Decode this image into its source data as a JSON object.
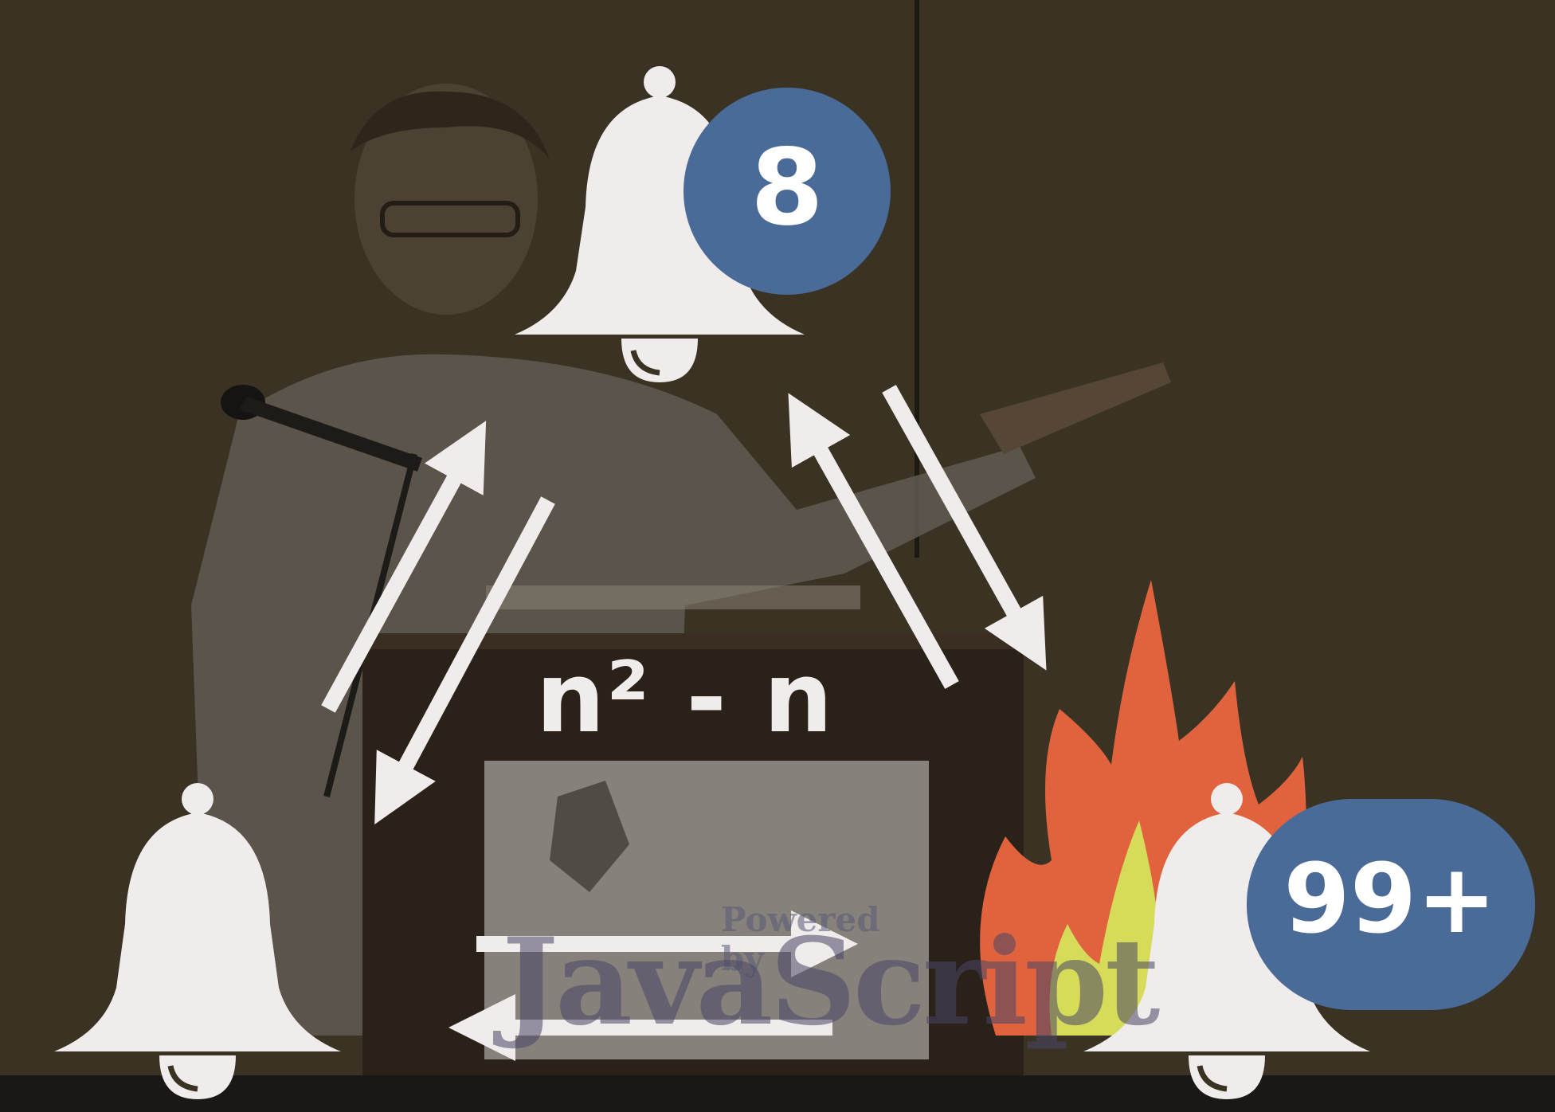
{
  "slide": {
    "formula": "n² - n",
    "top_bell_badge": "8",
    "right_bell_badge": "99+"
  },
  "podium_sign": {
    "line1": "Powered by",
    "line2": "JavaScript"
  },
  "colors": {
    "background": "#3a3324",
    "overlay_white": "#efeceb",
    "badge_blue": "#4a6a98",
    "flame_orange": "#e0633e",
    "flame_yellow": "#d6dc5a"
  },
  "icons": [
    "bell-icon",
    "bell-icon",
    "bell-icon",
    "fire-icon"
  ]
}
